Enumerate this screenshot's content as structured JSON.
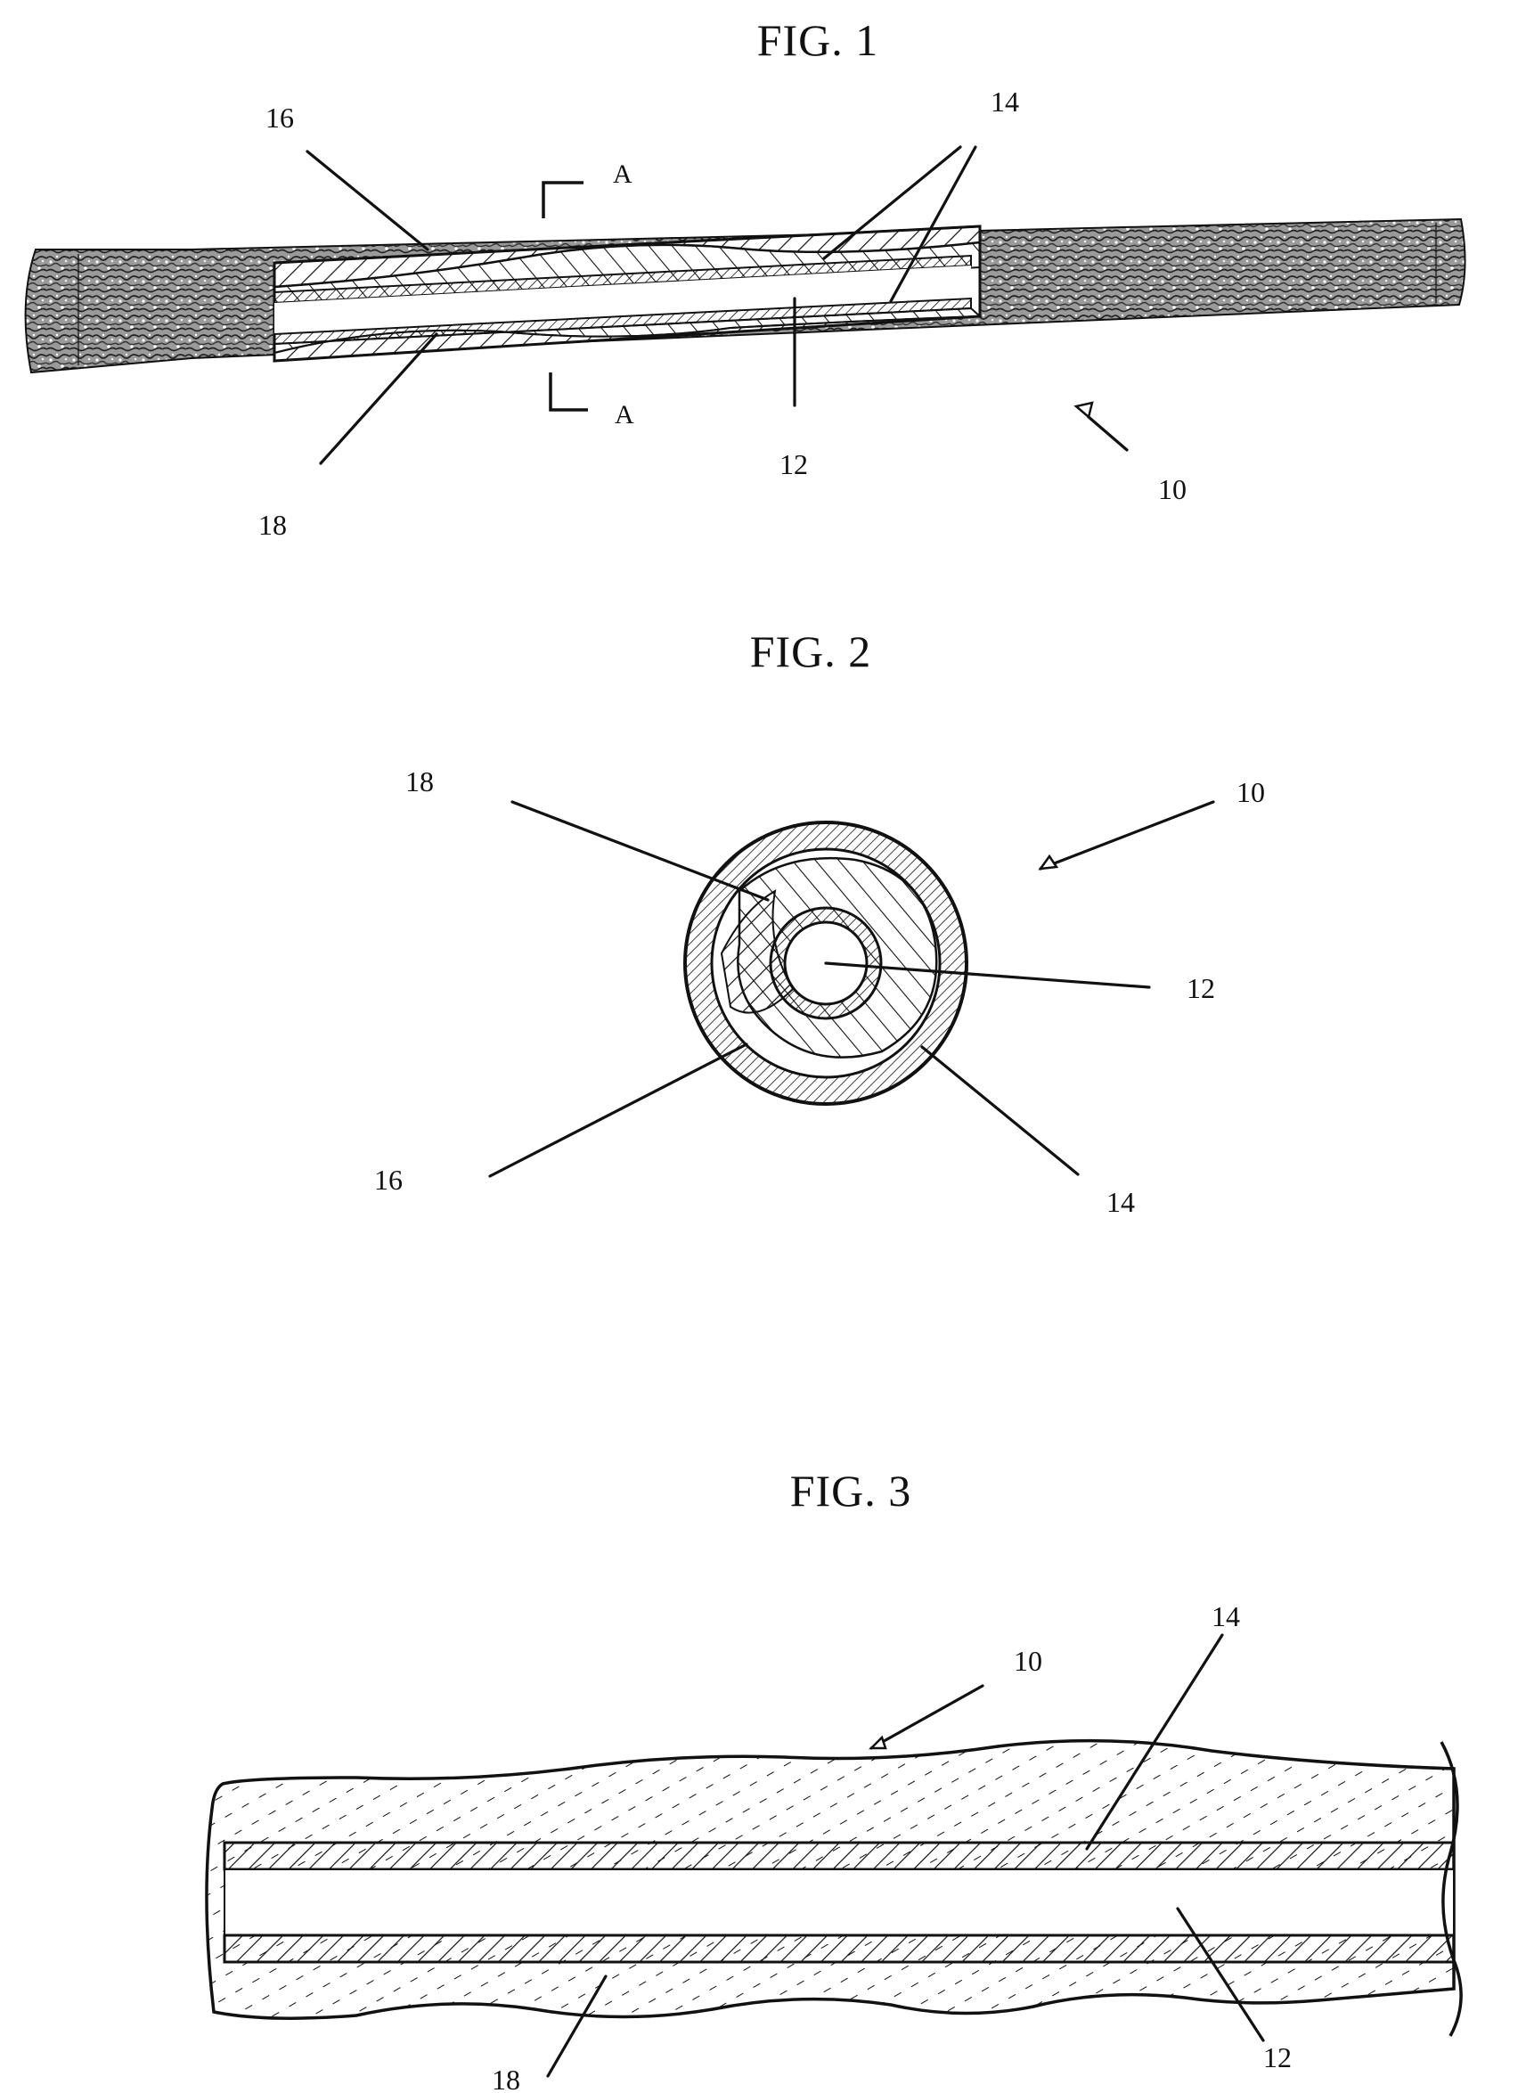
{
  "figures": [
    {
      "title": "FIG. 1",
      "refs": {
        "device": "10",
        "lumen": "12",
        "tube": "14",
        "outer": "16",
        "fill": "18"
      },
      "section_marks": [
        "A",
        "A"
      ]
    },
    {
      "title": "FIG. 2",
      "refs": {
        "device": "10",
        "lumen": "12",
        "tube": "14",
        "outer": "16",
        "fill": "18"
      }
    },
    {
      "title": "FIG. 3",
      "refs": {
        "device": "10",
        "lumen": "12",
        "tube": "14",
        "fill": "18"
      }
    }
  ],
  "colors": {
    "ink": "#111111",
    "paper": "#ffffff",
    "texture": "#6b6b6b"
  }
}
